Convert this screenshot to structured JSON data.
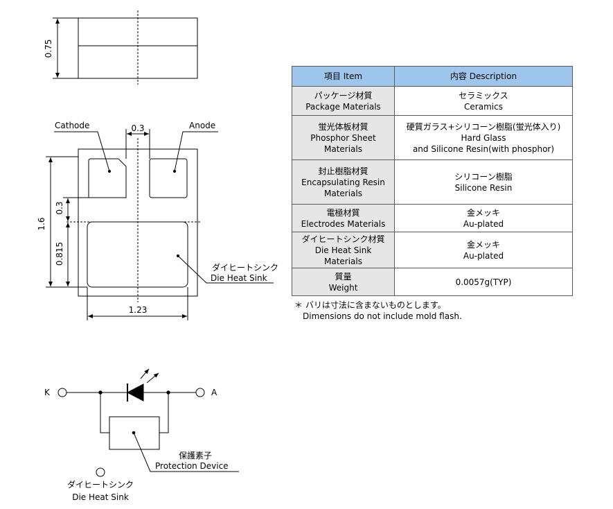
{
  "dimensions": {
    "height": "0.75",
    "terminal_gap": "0.3",
    "total_length": "1.6",
    "anode_section": "0.3",
    "heatsink_length": "0.815",
    "heatsink_width": "1.23"
  },
  "labels": {
    "cathode": "Cathode",
    "anode": "Anode",
    "die_heat_sink_jp": "ダイヒートシンク",
    "die_heat_sink_en": "Die Heat Sink"
  },
  "circuit": {
    "k": "K",
    "a": "A",
    "protection_jp": "保護素子",
    "protection_en": "Protection Device",
    "die_heat_sink_jp": "ダイヒートシンク",
    "die_heat_sink_en": "Die Heat Sink"
  },
  "table": {
    "header_item": "項目 Item",
    "header_desc": "内容 Description",
    "rows": [
      {
        "item": [
          "パッケージ材質",
          "Package Materials"
        ],
        "desc": [
          "セラミックス",
          "Ceramics"
        ]
      },
      {
        "item": [
          "蛍光体板材質",
          "Phosphor Sheet",
          "Materials"
        ],
        "desc": [
          "硬質ガラス+シリコーン樹脂(蛍光体入り)",
          "Hard Glass",
          "and Silicone Resin(with phosphor)"
        ]
      },
      {
        "item": [
          "封止樹脂材質",
          "Encapsulating Resin",
          "Materials"
        ],
        "desc": [
          "シリコーン樹脂",
          "Silicone Resin"
        ]
      },
      {
        "item": [
          "電極材質",
          "Electrodes Materials"
        ],
        "desc": [
          "金メッキ",
          "Au-plated"
        ]
      },
      {
        "item": [
          "ダイヒートシンク材質",
          "Die Heat Sink",
          "Materials"
        ],
        "desc": [
          "金メッキ",
          "Au-plated"
        ]
      },
      {
        "item": [
          "質量",
          "Weight"
        ],
        "desc": [
          "0.0057g(TYP)"
        ]
      }
    ]
  },
  "footnote": {
    "line1": "＊ バリは寸法に含まないものとします。",
    "line2": "Dimensions do not include mold flash."
  },
  "colors": {
    "header_bg": "#9ec5ec",
    "item_bg": "#e6e6e6",
    "line": "#000000"
  }
}
